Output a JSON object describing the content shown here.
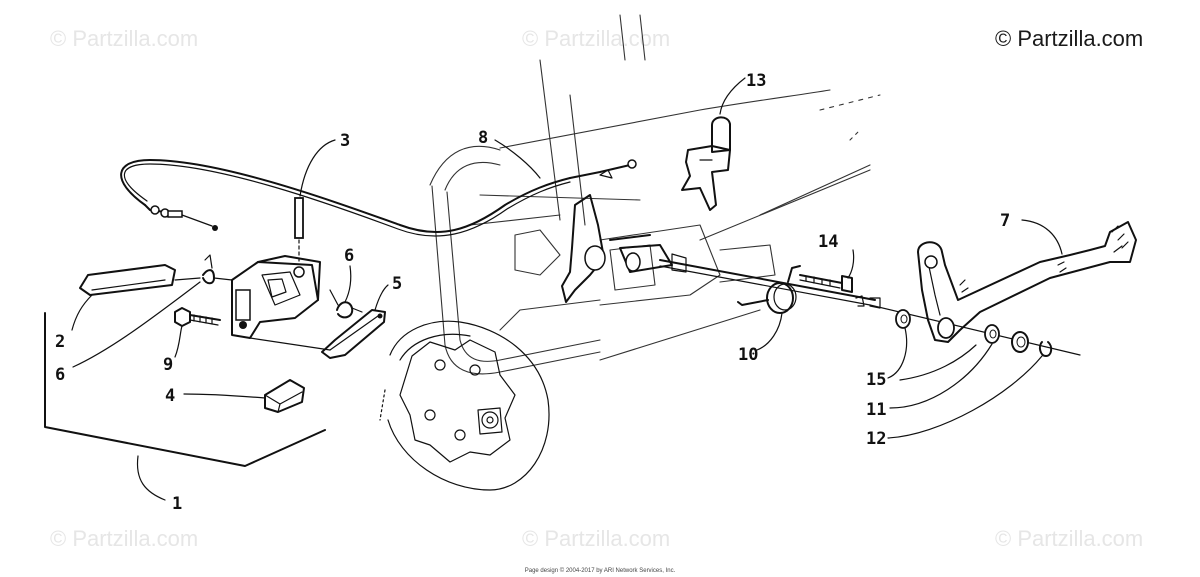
{
  "watermarks": {
    "top_left": "© Partzilla.com",
    "top_center": "© Partzilla.com",
    "top_right": "© Partzilla.com",
    "bottom_left": "© Partzilla.com",
    "bottom_center": "© Partzilla.com",
    "bottom_right": "© Partzilla.com"
  },
  "footer": "Page design © 2004-2017 by ARI Network Services, Inc.",
  "callouts": [
    "1",
    "2",
    "3",
    "4",
    "5",
    "6",
    "6",
    "7",
    "8",
    "9",
    "10",
    "11",
    "12",
    "13",
    "14",
    "15"
  ]
}
